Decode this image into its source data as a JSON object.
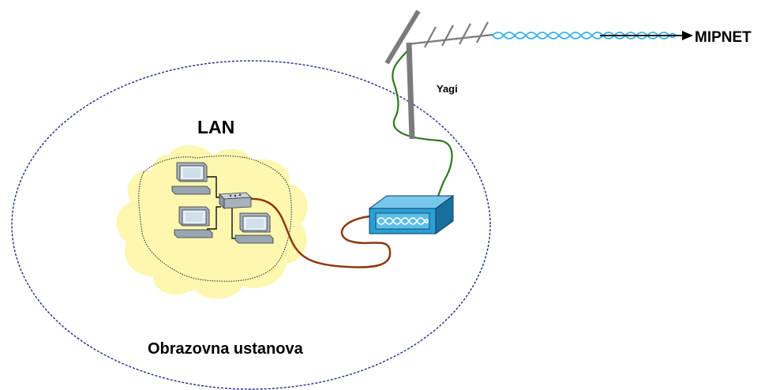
{
  "labels": {
    "lan": "LAN",
    "antenna": "Yagi",
    "network": "MIPNET",
    "institution": "Obrazovna ustanova"
  },
  "colors": {
    "boundary": "#1f2b8f",
    "cloud": "#fdf7b0",
    "antenna": "#7b7b7b",
    "antenna_cable": "#2b7a1e",
    "lan_cable": "#8b3a12",
    "radio_box": "#2a9fd6",
    "radio_wave": "#3ab0e6",
    "arrow": "#000000"
  },
  "icons": {
    "workstations": [
      "pc-icon",
      "pc-icon",
      "pc-icon"
    ],
    "switch": "switch-icon",
    "radio": "radio-bridge-icon",
    "antenna": "yagi-antenna-icon"
  }
}
